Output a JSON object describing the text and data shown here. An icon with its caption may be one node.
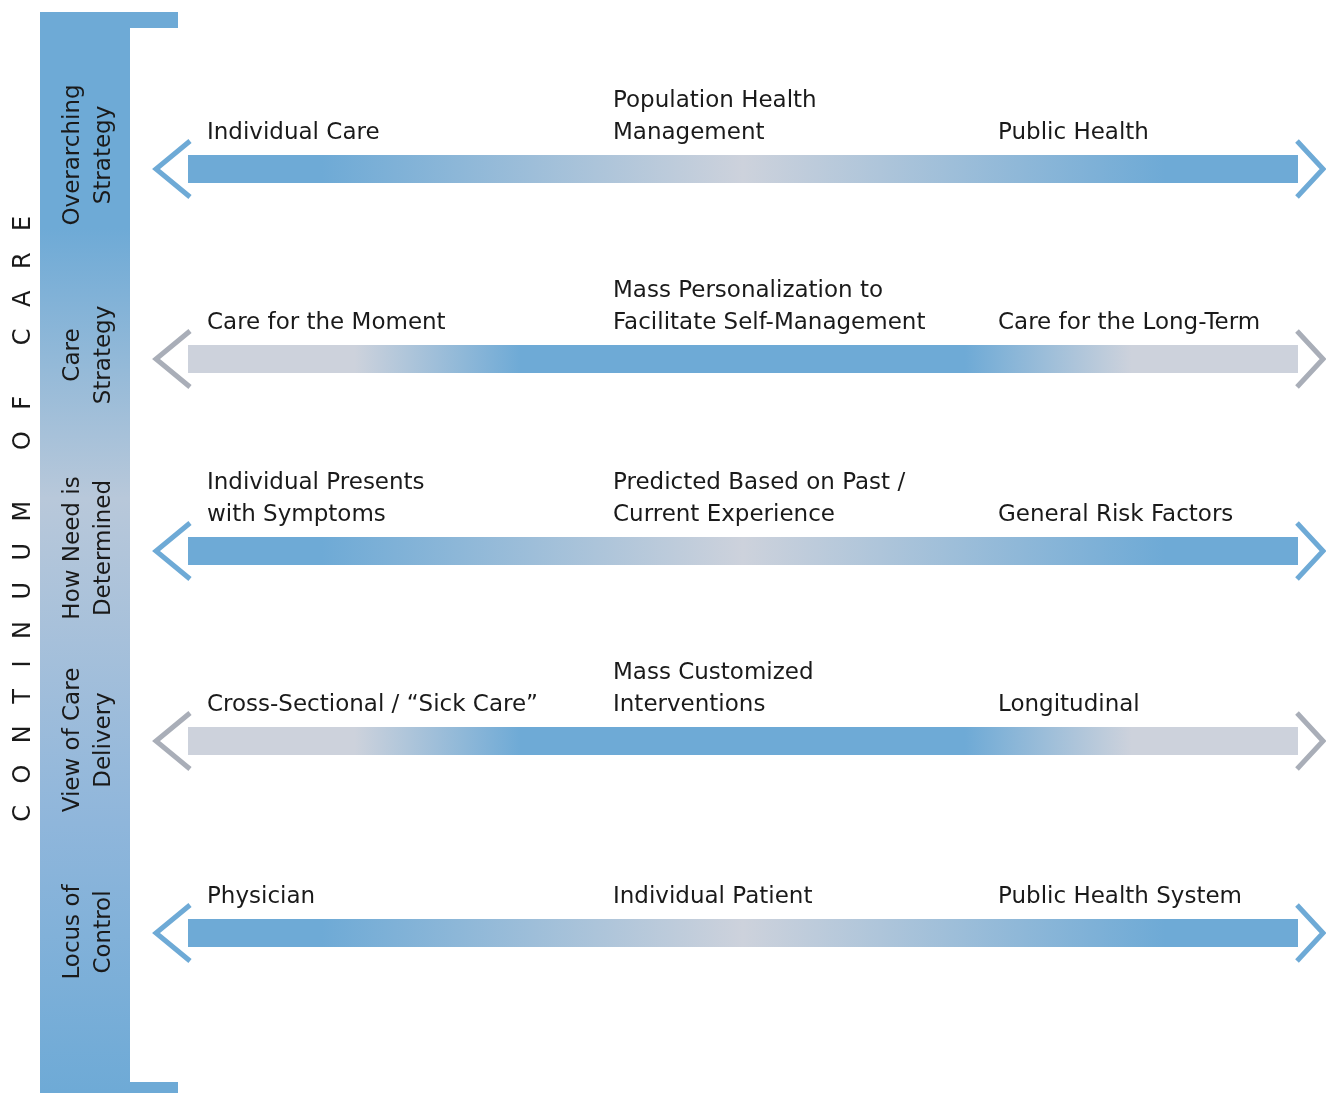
{
  "diagram": {
    "nodes": [
      {
        "text": [
          "Overarching Strategy"
        ]
      },
      {
        "text": [
          "Care Strategy"
        ]
      },
      {
        "text": [
          "How Need is Determined"
        ]
      },
      {
        "text": [
          "View of Care Delivery"
        ]
      },
      {
        "text": [
          "Locus of Control"
        ]
      }
    ],
    "labels": [
      "CONTINUUM OF CARE",
      "Individual Care",
      "Population Health Management",
      "Public Health",
      "Care for the Moment",
      "Mass Personalization to Facilitate Self-Management",
      "Care for the Long-Term",
      "Individual Presents with Symptoms",
      "Predicted Based on Past / Current Experience",
      "General Risk Factors",
      "Cross-Sectional / “Sick Care”",
      "Mass Customized Interventions",
      "Longitudinal",
      "Physician",
      "Individual Patient",
      "Public Health System"
    ]
  }
}
